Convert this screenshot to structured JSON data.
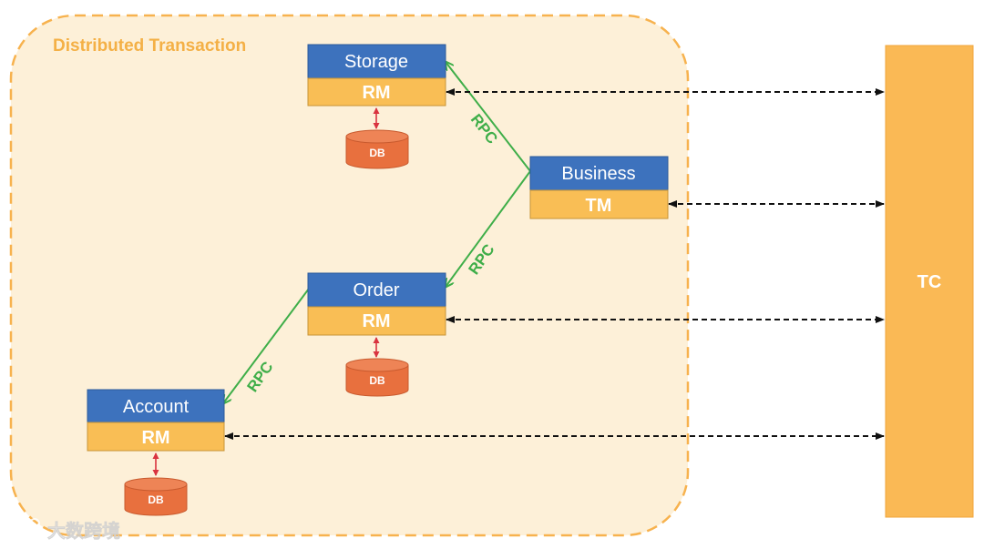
{
  "diagram": {
    "region_title": "Distributed Transaction",
    "services": [
      {
        "id": "storage",
        "name": "Storage",
        "role": "RM",
        "db": "DB"
      },
      {
        "id": "business",
        "name": "Business",
        "role": "TM"
      },
      {
        "id": "order",
        "name": "Order",
        "role": "RM",
        "db": "DB"
      },
      {
        "id": "account",
        "name": "Account",
        "role": "RM",
        "db": "DB"
      }
    ],
    "rpc_label": "RPC",
    "coordinator": "TC",
    "watermark": "大数跨境"
  },
  "colors": {
    "header_blue": "#3D72BD",
    "role_yellow": "#F9BE55",
    "db_orange": "#E8703E",
    "rpc_green": "#3FAE49",
    "region_fill": "#FDF0D8",
    "region_border": "#F7B24E",
    "tc_fill": "#FAB955",
    "db_link_red": "#D9333F",
    "dashed_black": "#111111",
    "region_title": "#F4B046"
  }
}
